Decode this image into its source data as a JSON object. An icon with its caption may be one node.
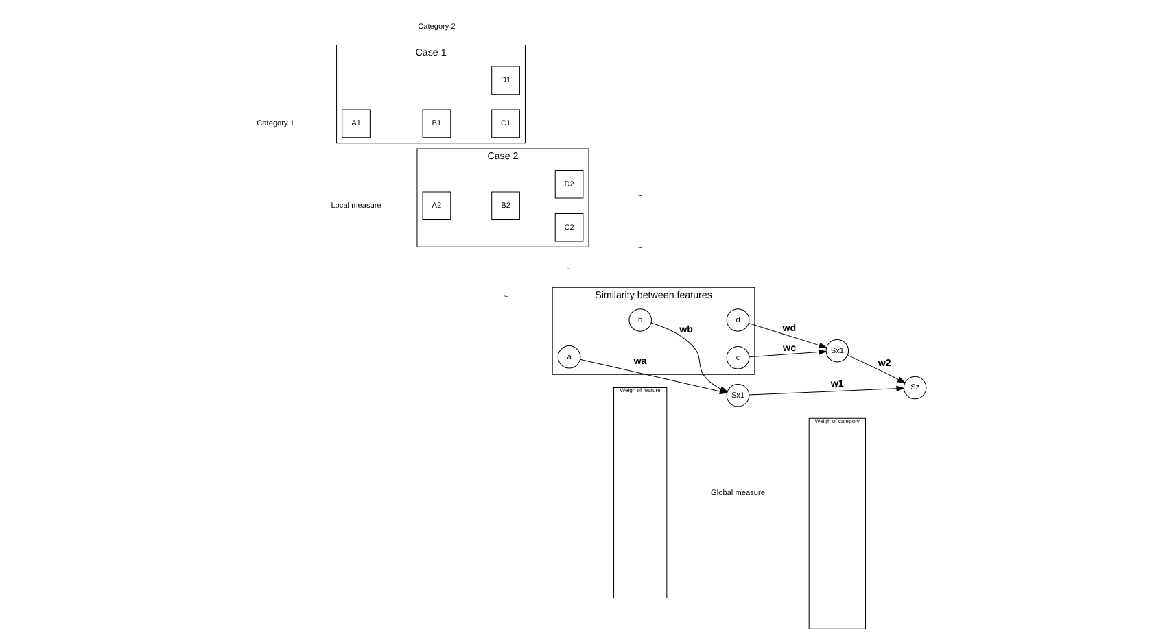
{
  "diagram": {
    "nodes": [
      {
        "text": [
          "Case 1"
        ]
      },
      {
        "text": [
          "A1"
        ],
        "in": 0
      },
      {
        "text": [
          "B1"
        ],
        "in": 0
      },
      {
        "text": [
          "C1"
        ],
        "in": 0
      },
      {
        "text": [
          "D1"
        ],
        "in": 0
      },
      {
        "text": [
          "Case 2"
        ]
      },
      {
        "text": [
          "A2"
        ],
        "in": 5
      },
      {
        "text": [
          "B2"
        ],
        "in": 5
      },
      {
        "text": [
          "C2"
        ],
        "in": 5
      },
      {
        "text": [
          "D2"
        ],
        "in": 5
      },
      {
        "text": [
          "Similarity between features"
        ]
      },
      {
        "text": [
          "a"
        ],
        "in": 10
      },
      {
        "text": [
          "b"
        ],
        "in": 10
      },
      {
        "text": [
          "c"
        ],
        "in": 10
      },
      {
        "text": [
          "d"
        ],
        "in": 10
      },
      {
        "text": [
          "Weigh of feature"
        ]
      },
      {
        "text": [
          "Sx1"
        ]
      },
      {
        "text": [
          "Sx1"
        ]
      },
      {
        "text": [
          "Weigh of category"
        ]
      },
      {
        "text": [
          "Sz"
        ]
      }
    ],
    "edges": [
      {
        "from": 11,
        "to": 16,
        "arrow": "to",
        "label": "wa"
      },
      {
        "from": 12,
        "to": 16,
        "arrow": "to",
        "label": "wb"
      },
      {
        "from": 13,
        "to": 17,
        "arrow": "to",
        "label": "wc"
      },
      {
        "from": 14,
        "to": 17,
        "arrow": "to",
        "label": "wd"
      },
      {
        "from": 16,
        "to": 19,
        "arrow": "to",
        "label": "w1"
      },
      {
        "from": 17,
        "to": 19,
        "arrow": "to",
        "label": "w2"
      }
    ],
    "labels": [
      "Local measure",
      "Global measure",
      "Category 1",
      "Category 2",
      "~",
      "~",
      "~",
      "~"
    ]
  }
}
